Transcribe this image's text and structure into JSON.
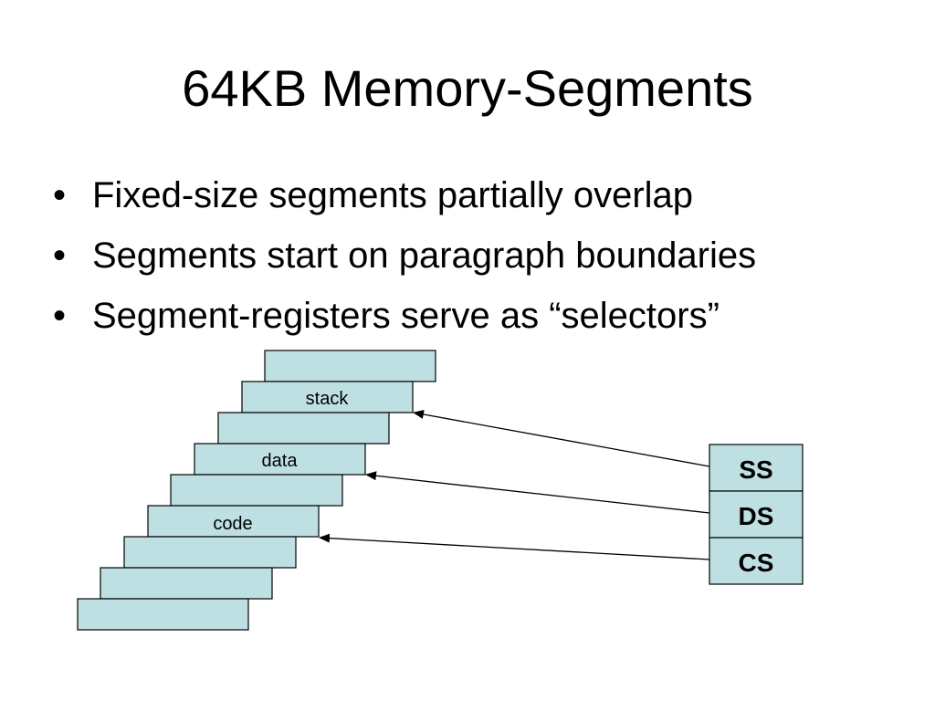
{
  "slide": {
    "title": "64KB Memory-Segments",
    "bullets": [
      "Fixed-size segments partially overlap",
      "Segments start on paragraph boundaries",
      "Segment-registers serve as “selectors”"
    ]
  },
  "diagram": {
    "segment_fill": "#bfe0e3",
    "segments_top_to_bottom": [
      "",
      "stack",
      "",
      "data",
      "",
      "code",
      "",
      "",
      ""
    ],
    "registers": [
      {
        "name": "SS",
        "points_to": "stack"
      },
      {
        "name": "DS",
        "points_to": "data"
      },
      {
        "name": "CS",
        "points_to": "code"
      }
    ]
  }
}
